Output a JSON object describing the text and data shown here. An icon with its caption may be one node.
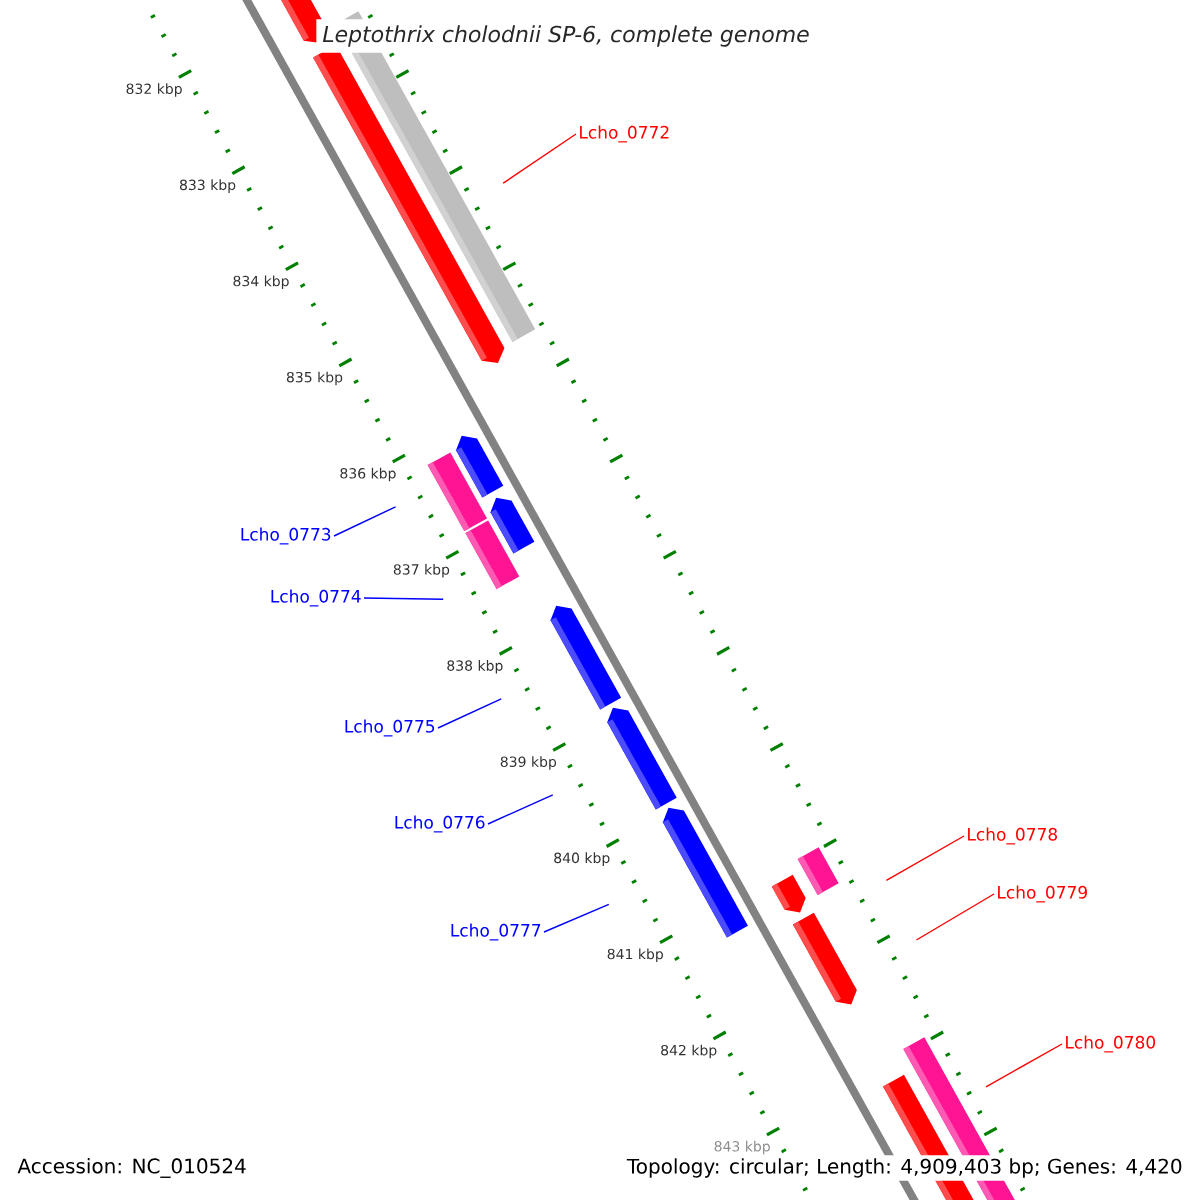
{
  "diagram": {
    "title": "Leptothrix cholodnii SP-6, complete genome",
    "nodes": [
      {
        "text": [
          "Lcho_0772"
        ]
      },
      {
        "text": [
          "Lcho_0773"
        ]
      },
      {
        "text": [
          "Lcho_0774"
        ]
      },
      {
        "text": [
          "Lcho_0775"
        ]
      },
      {
        "text": [
          "Lcho_0776"
        ]
      },
      {
        "text": [
          "Lcho_0777"
        ]
      },
      {
        "text": [
          "Lcho_0778"
        ]
      },
      {
        "text": [
          "Lcho_0779"
        ]
      },
      {
        "text": [
          "Lcho_0780"
        ]
      }
    ],
    "edges": [
      {
        "from": 0,
        "to": null,
        "arrow": "none",
        "color": "#ff0000"
      },
      {
        "from": 1,
        "to": null,
        "arrow": "none"
      },
      {
        "from": 2,
        "to": null,
        "arrow": "none"
      },
      {
        "from": 3,
        "to": null,
        "arrow": "none"
      },
      {
        "from": 4,
        "to": null,
        "arrow": "none"
      },
      {
        "from": 5,
        "to": null,
        "arrow": "none"
      },
      {
        "from": 6,
        "to": null,
        "arrow": "none",
        "color": "#ff0000"
      },
      {
        "from": 7,
        "to": null,
        "arrow": "none",
        "color": "#ff0000"
      },
      {
        "from": 8,
        "to": null,
        "arrow": "none",
        "color": "#ff0000"
      }
    ],
    "labels": [
      "832 kbp",
      "833 kbp",
      "834 kbp",
      "835 kbp",
      "836 kbp",
      "837 kbp",
      "838 kbp",
      "839 kbp",
      "840 kbp",
      "841 kbp",
      "842 kbp",
      "843 kbp",
      "Accession: NC_010524",
      "Topology: circular; Length: 4,909,403 bp; Genes: 4,420"
    ]
  }
}
